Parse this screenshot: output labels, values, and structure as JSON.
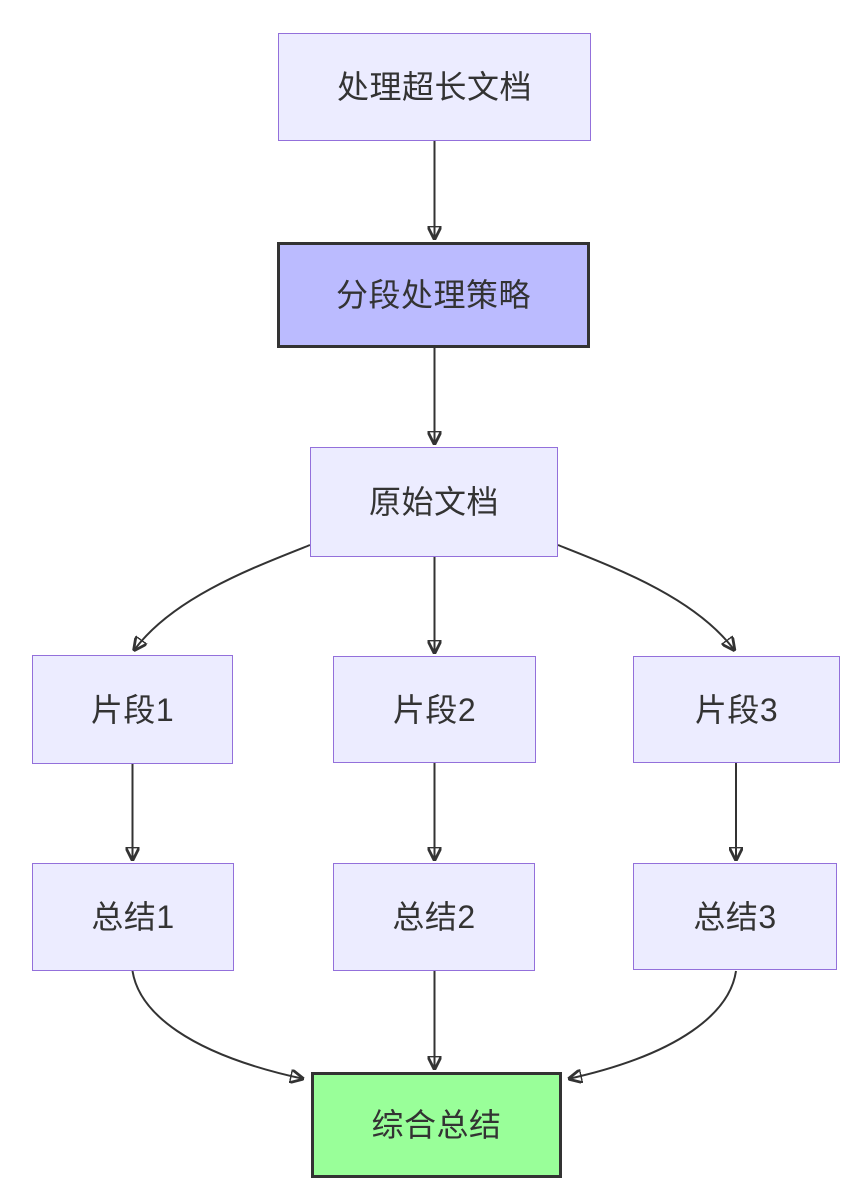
{
  "colors": {
    "node_fill": "#ECECFF",
    "node_border": "#9370DB",
    "emphasis_fill": "#BBBBFF",
    "emphasis_border": "#333333",
    "result_fill": "#99FF99",
    "result_border": "#333333",
    "edge": "#333333",
    "text": "#333333",
    "page_bg": "#FFFFFF"
  },
  "diagram": {
    "type": "flowchart-top-down",
    "nodes": {
      "process_long_doc": {
        "label": "处理超长文档",
        "style": "default"
      },
      "segment_strategy": {
        "label": "分段处理策略",
        "style": "emphasis"
      },
      "original_doc": {
        "label": "原始文档",
        "style": "default"
      },
      "segment_1": {
        "label": "片段1",
        "style": "default"
      },
      "segment_2": {
        "label": "片段2",
        "style": "default"
      },
      "segment_3": {
        "label": "片段3",
        "style": "default"
      },
      "summary_1": {
        "label": "总结1",
        "style": "default"
      },
      "summary_2": {
        "label": "总结2",
        "style": "default"
      },
      "summary_3": {
        "label": "总结3",
        "style": "default"
      },
      "final_summary": {
        "label": "综合总结",
        "style": "result"
      }
    },
    "edges": [
      {
        "from": "处理超长文档",
        "to": "分段处理策略"
      },
      {
        "from": "分段处理策略",
        "to": "原始文档"
      },
      {
        "from": "原始文档",
        "to": "片段1"
      },
      {
        "from": "原始文档",
        "to": "片段2"
      },
      {
        "from": "原始文档",
        "to": "片段3"
      },
      {
        "from": "片段1",
        "to": "总结1"
      },
      {
        "from": "片段2",
        "to": "总结2"
      },
      {
        "from": "片段3",
        "to": "总结3"
      },
      {
        "from": "总结1",
        "to": "综合总结"
      },
      {
        "from": "总结2",
        "to": "综合总结"
      },
      {
        "from": "总结3",
        "to": "综合总结"
      }
    ]
  }
}
